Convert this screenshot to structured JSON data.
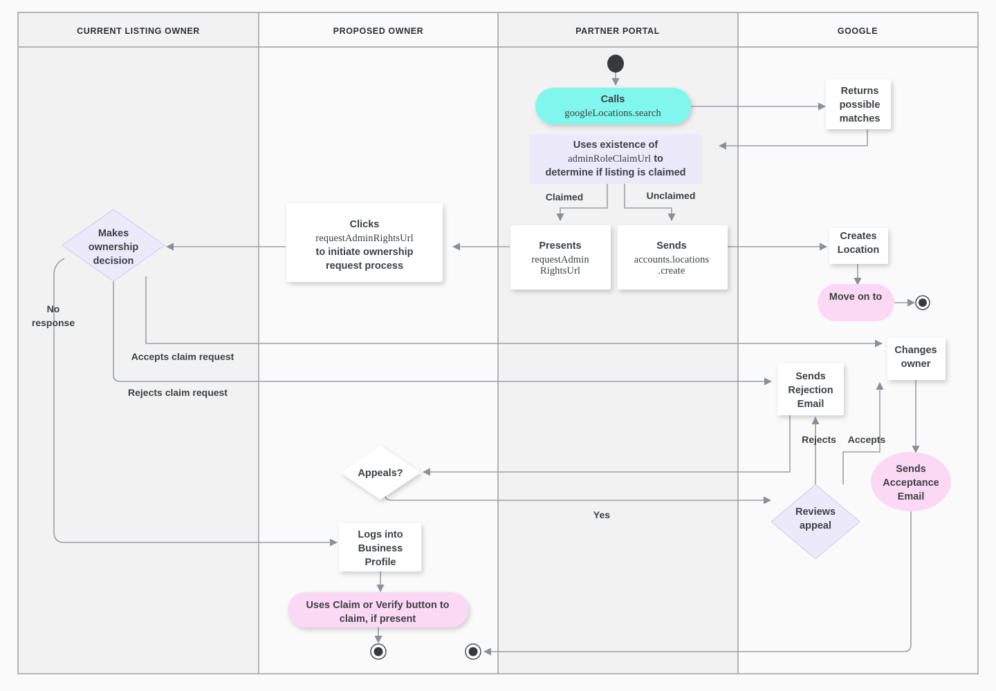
{
  "diagram": {
    "title": "Business Profile listing ownership transfer flow",
    "lanes": [
      {
        "id": "current-listing-owner",
        "label": "CURRENT LISTING OWNER"
      },
      {
        "id": "proposed-owner",
        "label": "PROPOSED OWNER"
      },
      {
        "id": "partner-portal",
        "label": "PARTNER PORTAL"
      },
      {
        "id": "google",
        "label": "GOOGLE"
      }
    ],
    "colors": {
      "cyan_fill": "#7ff7ec",
      "lavender_fill": "#ece9fb",
      "pink_fill": "#fbd9f5",
      "white_fill": "#ffffff",
      "line": "#9aa0a6",
      "text": "#3c4043",
      "lane_border": "#9e9e9e",
      "lane_header_bg": "#f2f2f2",
      "lane_bg_odd": "#f2f2f2",
      "lane_bg_even": "#fafafa",
      "terminal": "#37393d"
    },
    "nodes": [
      {
        "id": "start-partner-portal",
        "shape": "start-dot",
        "lane": "partner-portal",
        "lines": []
      },
      {
        "id": "calls-google-locations-search",
        "shape": "pill",
        "fill": "cyan",
        "lane": "partner-portal",
        "lines": [
          "Calls",
          "googleLocations.search"
        ],
        "mono_lines": [
          false,
          true
        ]
      },
      {
        "id": "returns-possible-matches",
        "shape": "rect",
        "fill": "white",
        "lane": "google",
        "lines": [
          "Returns",
          "possible",
          "matches"
        ],
        "mono_lines": [
          false,
          false,
          false
        ]
      },
      {
        "id": "uses-existence-of-admin-role-claim-url",
        "shape": "rect-flat",
        "fill": "lavender",
        "lane": "partner-portal",
        "lines": [
          "Uses existence of",
          "adminRoleClaimUrl to",
          "determine if listing is claimed"
        ],
        "mono_lines": [
          false,
          "mixed",
          false
        ]
      },
      {
        "id": "presents-request-admin-rights-url",
        "shape": "rect",
        "fill": "white",
        "lane": "partner-portal",
        "lines": [
          "Presents",
          "requestAdmin",
          "RightsUrl"
        ],
        "mono_lines": [
          false,
          true,
          true
        ]
      },
      {
        "id": "sends-accounts-locations-create",
        "shape": "rect",
        "fill": "white",
        "lane": "partner-portal",
        "lines": [
          "Sends",
          "accounts.locations",
          ".create"
        ],
        "mono_lines": [
          false,
          true,
          true
        ]
      },
      {
        "id": "clicks-request-admin-rights-url",
        "shape": "rect",
        "fill": "white",
        "lane": "proposed-owner",
        "lines": [
          "Clicks",
          "requestAdminRightsUrl",
          "to initiate ownership",
          "request process"
        ],
        "mono_lines": [
          false,
          true,
          false,
          false
        ]
      },
      {
        "id": "makes-ownership-decision",
        "shape": "diamond",
        "fill": "lavender",
        "lane": "current-listing-owner",
        "lines": [
          "Makes",
          "ownership",
          "decision"
        ]
      },
      {
        "id": "creates-location",
        "shape": "rect",
        "fill": "white",
        "lane": "google",
        "lines": [
          "Creates",
          "Location"
        ]
      },
      {
        "id": "move-on-to",
        "shape": "pill",
        "fill": "pink",
        "lane": "google",
        "lines": [
          "Move on to"
        ]
      },
      {
        "id": "end-move-on-to",
        "shape": "end-dot",
        "lane": "google",
        "lines": []
      },
      {
        "id": "changes-owner",
        "shape": "rect",
        "fill": "white",
        "lane": "google",
        "lines": [
          "Changes",
          "owner"
        ]
      },
      {
        "id": "sends-rejection-email",
        "shape": "rect",
        "fill": "white",
        "lane": "google",
        "lines": [
          "Sends",
          "Rejection",
          "Email"
        ]
      },
      {
        "id": "sends-acceptance-email",
        "shape": "ellipse",
        "fill": "pink",
        "lane": "google",
        "lines": [
          "Sends",
          "Acceptance",
          "Email"
        ]
      },
      {
        "id": "reviews-appeal",
        "shape": "diamond",
        "fill": "lavender",
        "lane": "google",
        "lines": [
          "Reviews",
          "appeal"
        ]
      },
      {
        "id": "appeals",
        "shape": "diamond",
        "fill": "white",
        "lane": "proposed-owner",
        "lines": [
          "Appeals?"
        ]
      },
      {
        "id": "logs-into-business-profile",
        "shape": "rect",
        "fill": "white",
        "lane": "proposed-owner",
        "lines": [
          "Logs into",
          "Business",
          "Profile"
        ]
      },
      {
        "id": "uses-claim-or-verify-button",
        "shape": "pill",
        "fill": "pink",
        "lane": "proposed-owner",
        "lines": [
          "Uses Claim or Verify button to",
          "claim, if present"
        ]
      },
      {
        "id": "end-proposed-owner",
        "shape": "end-dot",
        "lane": "proposed-owner",
        "lines": []
      },
      {
        "id": "end-partner-portal",
        "shape": "end-dot",
        "lane": "partner-portal",
        "lines": []
      }
    ],
    "edge_labels": [
      {
        "id": "claimed",
        "text": "Claimed"
      },
      {
        "id": "unclaimed",
        "text": "Unclaimed"
      },
      {
        "id": "no-response",
        "text_lines": [
          "No",
          "response"
        ]
      },
      {
        "id": "accepts-claim-request",
        "text": "Accepts claim request"
      },
      {
        "id": "rejects-claim-request",
        "text": "Rejects claim request"
      },
      {
        "id": "rejects",
        "text": "Rejects"
      },
      {
        "id": "accepts",
        "text": "Accepts"
      },
      {
        "id": "yes",
        "text": "Yes"
      }
    ]
  },
  "text": {
    "lane1": "CURRENT LISTING OWNER",
    "lane2": "PROPOSED OWNER",
    "lane3": "PARTNER PORTAL",
    "lane4": "GOOGLE",
    "calls_l1": "Calls",
    "calls_l2": "googleLocations.search",
    "returns_l1": "Returns",
    "returns_l2": "possible",
    "returns_l3": "matches",
    "uses_l1": "Uses existence of",
    "uses_l2a": "adminRoleClaimUrl",
    "uses_l2b": " to",
    "uses_l3": "determine if listing is claimed",
    "claimed": "Claimed",
    "unclaimed": "Unclaimed",
    "presents_l1": "Presents",
    "presents_l2": "requestAdmin",
    "presents_l3": "RightsUrl",
    "sends_create_l1": "Sends",
    "sends_create_l2": "accounts.locations",
    "sends_create_l3": ".create",
    "clicks_l1": "Clicks",
    "clicks_l2": "requestAdminRightsUrl",
    "clicks_l3": "to initiate ownership",
    "clicks_l4": "request process",
    "makes_l1": "Makes",
    "makes_l2": "ownership",
    "makes_l3": "decision",
    "creates_l1": "Creates",
    "creates_l2": "Location",
    "move_on_to": "Move on to",
    "changes_l1": "Changes",
    "changes_l2": "owner",
    "no_l1": "No",
    "no_l2": "response",
    "accepts_claim_request": "Accepts claim request",
    "rejects_claim_request": "Rejects claim request",
    "rejection_l1": "Sends",
    "rejection_l2": "Rejection",
    "rejection_l3": "Email",
    "rejects": "Rejects",
    "accepts": "Accepts",
    "acceptance_l1": "Sends",
    "acceptance_l2": "Acceptance",
    "acceptance_l3": "Email",
    "appeals": "Appeals?",
    "reviews_l1": "Reviews",
    "reviews_l2": "appeal",
    "yes": "Yes",
    "logs_l1": "Logs into",
    "logs_l2": "Business",
    "logs_l3": "Profile",
    "claim_verify_l1": "Uses Claim or Verify button to",
    "claim_verify_l2": "claim, if present"
  }
}
